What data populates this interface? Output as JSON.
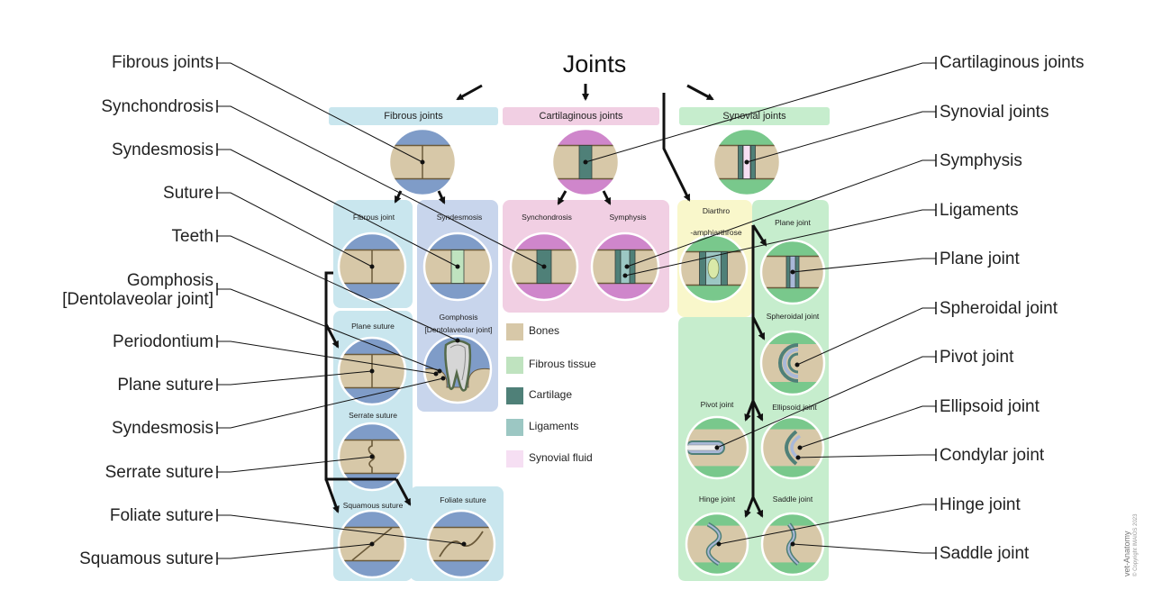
{
  "title": "Joints",
  "colors": {
    "bone": "#d7c8a8",
    "bone_line": "#6b5a3a",
    "fibrous": "#bfe3bf",
    "cartilage": "#4f8078",
    "ligament": "#9cc7c3",
    "synovial_fluid": "#f6dff3",
    "fibrous_panel": "#c9e6ee",
    "syndesmosis_panel": "#c8d5ec",
    "cartilaginous_panel": "#f1cfe3",
    "diarthro_panel": "#f9f7cb",
    "synovial_panel": "#c6edcd",
    "blue_circle": "#7f9cc8",
    "pink_circle": "#cf86cb",
    "green_circle": "#79c88c"
  },
  "headers": {
    "fibrous": "Fibrous joints",
    "cartilaginous": "Cartilaginous joints",
    "synovial": "Synovial joints"
  },
  "small_labels": {
    "fibrous_joint": "Fibrous joint",
    "syndesmosis": "Syndesmosis",
    "synchondrosis": "Synchondrosis",
    "symphysis": "Symphysis",
    "diarthro": "Diarthro",
    "amphiarthrose": "-amphiarthrose",
    "plane_joint": "Plane joint",
    "gomphosis_1": "Gomphosis",
    "gomphosis_2": "[Dentolaveolar joint]",
    "plane_suture": "Plane suture",
    "spheroidal_joint": "Spheroidal joint",
    "serrate_suture": "Serrate suture",
    "pivot_joint": "Pivot joint",
    "ellipsoid_joint": "Ellipsoid joint",
    "squamous_suture": "Squamous suture",
    "foliate_suture": "Foliate suture",
    "hinge_joint": "Hinge joint",
    "saddle_joint": "Saddle joint"
  },
  "legend": [
    {
      "label": "Bones",
      "color": "#d7c8a8"
    },
    {
      "label": "Fibrous tissue",
      "color": "#bfe3bf"
    },
    {
      "label": "Cartilage",
      "color": "#4f8078"
    },
    {
      "label": "Ligaments",
      "color": "#9cc7c3"
    },
    {
      "label": "Synovial fluid",
      "color": "#f6dff3"
    }
  ],
  "left_labels": [
    "Fibrous joints",
    "Synchondrosis",
    "Syndesmosis",
    "Suture",
    "Teeth",
    "Gomphosis",
    "[Dentolaveolar joint]",
    "Periodontium",
    "Plane suture",
    "Syndesmosis",
    "Serrate suture",
    "Foliate suture",
    "Squamous suture"
  ],
  "right_labels": [
    "Cartilaginous joints",
    "Synovial joints",
    "Symphysis",
    "Ligaments",
    "Plane joint",
    "Spheroidal joint",
    "Pivot joint",
    "Ellipsoid joint",
    "Condylar joint",
    "Hinge joint",
    "Saddle joint"
  ],
  "watermark": {
    "brand": "vet-Anatomy",
    "copyright": "© Copyright IMAIOS 2023"
  }
}
